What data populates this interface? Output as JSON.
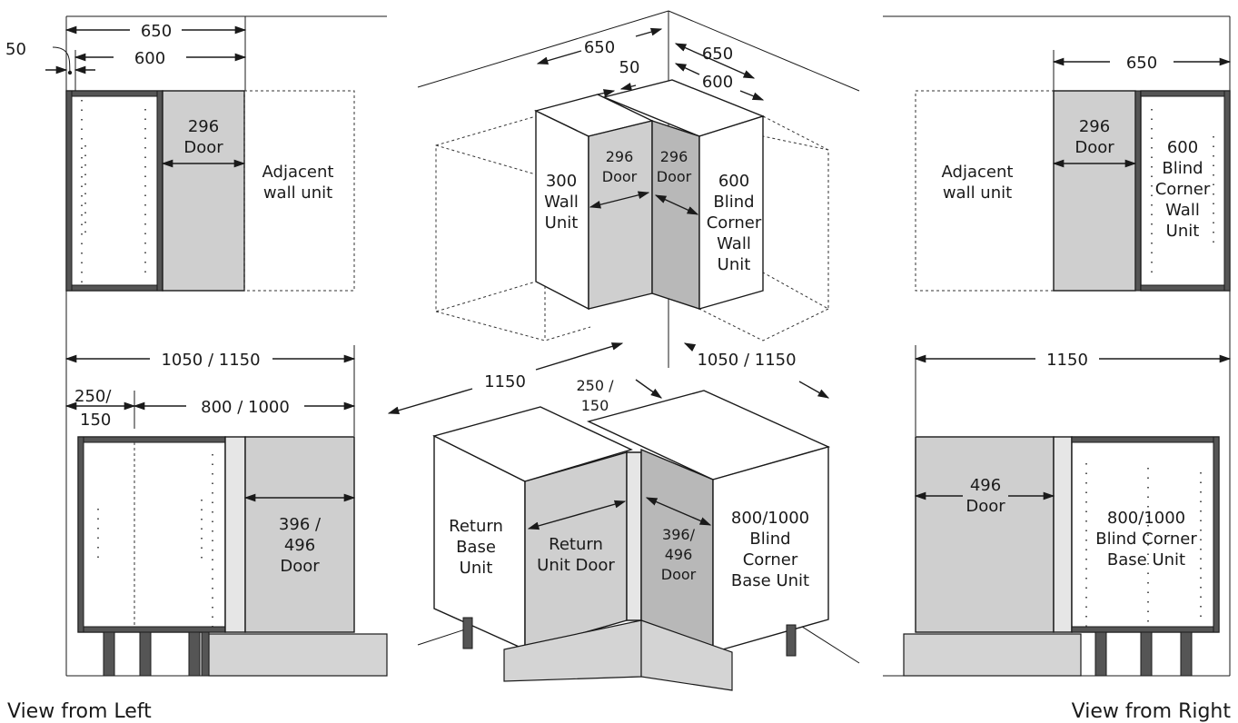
{
  "left_view": {
    "caption": "View from Left",
    "dims": {
      "top_outer": "650",
      "top_inner": "600",
      "gap": "50",
      "overall": "1050 / 1150",
      "return_width_a": "250/",
      "return_width_b": "150",
      "blind_width": "800 / 1000"
    },
    "labels": {
      "wall_door_a": "296",
      "wall_door_b": "Door",
      "adjacent_a": "Adjacent",
      "adjacent_b": "wall unit",
      "base_door_a": "396 /",
      "base_door_b": "496",
      "base_door_c": "Door"
    }
  },
  "center_view": {
    "dims": {
      "wall_left": "650",
      "wall_gap": "50",
      "wall_right_outer": "650",
      "wall_right_inner": "600",
      "base_left": "1150",
      "base_gap_a": "250 /",
      "base_gap_b": "150",
      "base_right": "1050 / 1150"
    },
    "labels": {
      "wall_unit": [
        "300",
        "Wall",
        "Unit"
      ],
      "wall_door_1": [
        "296",
        "Door"
      ],
      "wall_door_2": [
        "296",
        "Door"
      ],
      "blind_wall": [
        "600",
        "Blind",
        "Corner",
        "Wall",
        "Unit"
      ],
      "return_base": [
        "Return",
        "Base",
        "Unit"
      ],
      "return_door": [
        "Return",
        "Unit Door"
      ],
      "base_door": [
        "396/",
        "496",
        "Door"
      ],
      "blind_base": [
        "800/1000",
        "Blind",
        "Corner",
        "Base Unit"
      ]
    }
  },
  "right_view": {
    "caption": "View from Right",
    "dims": {
      "top": "650",
      "overall": "1150"
    },
    "labels": {
      "adjacent_a": "Adjacent",
      "adjacent_b": "wall unit",
      "wall_door_a": "296",
      "wall_door_b": "Door",
      "blind_wall": [
        "600",
        "Blind",
        "Corner",
        "Wall",
        "Unit"
      ],
      "base_door_a": "496",
      "base_door_b": "Door",
      "blind_base": [
        "800/1000",
        "Blind Corner",
        "Base Unit"
      ]
    }
  }
}
